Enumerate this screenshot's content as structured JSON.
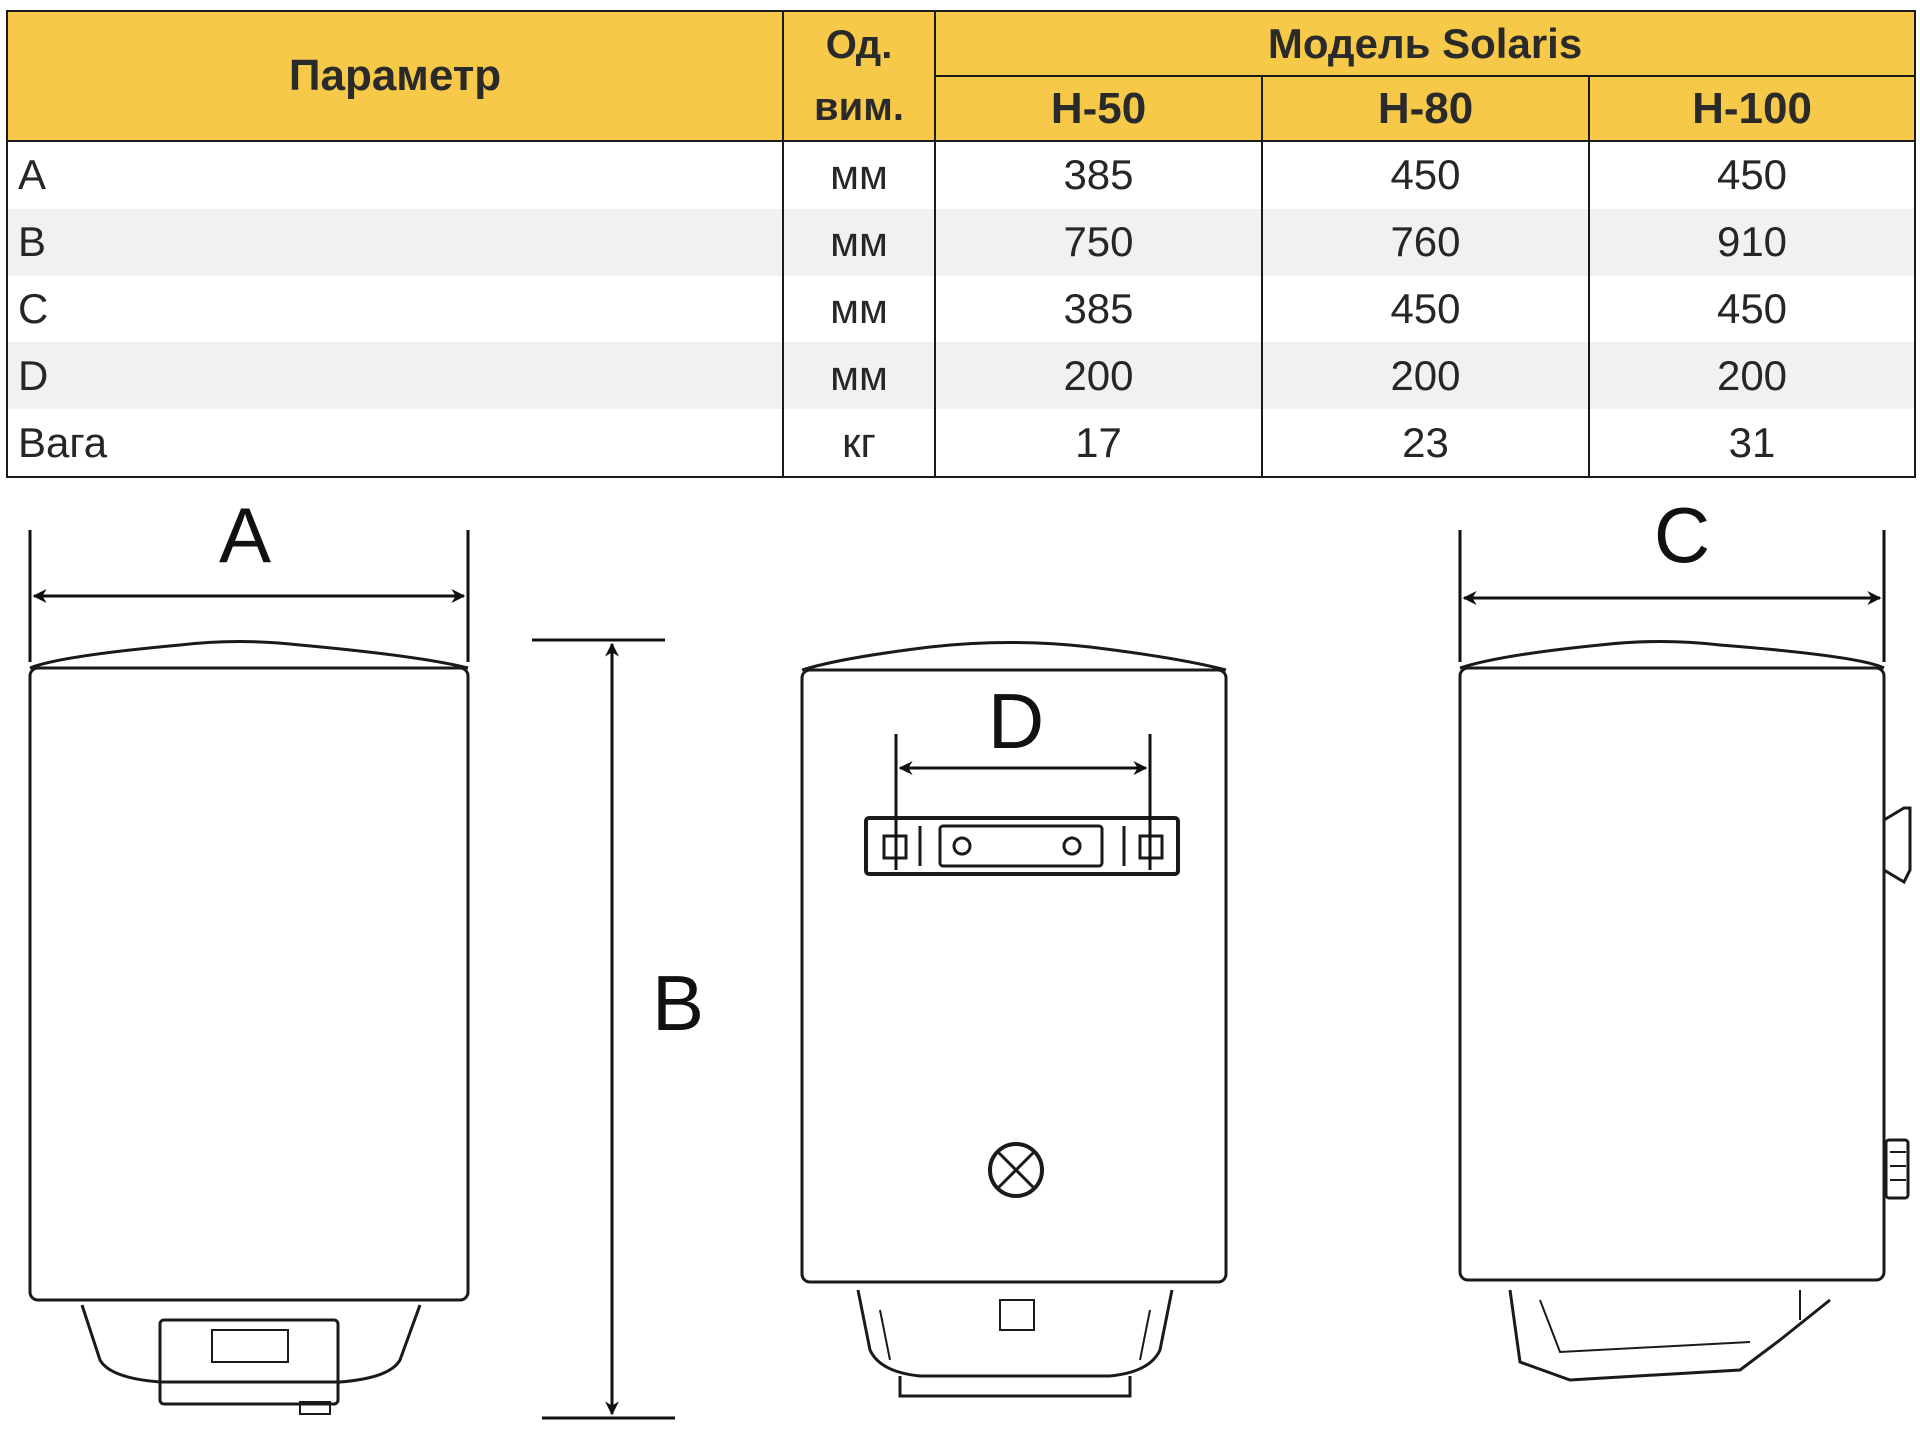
{
  "table": {
    "header": {
      "parameter": "Параметр",
      "unit_line1": "Од.",
      "unit_line2": "вим.",
      "model_group": "Модель Solaris",
      "models": [
        "H-50",
        "H-80",
        "H-100"
      ]
    },
    "rows": [
      {
        "parameter": "A",
        "unit": "мм",
        "values": [
          "385",
          "450",
          "450"
        ]
      },
      {
        "parameter": "B",
        "unit": "мм",
        "values": [
          "750",
          "760",
          "910"
        ]
      },
      {
        "parameter": "C",
        "unit": "мм",
        "values": [
          "385",
          "450",
          "450"
        ]
      },
      {
        "parameter": "D",
        "unit": "мм",
        "values": [
          "200",
          "200",
          "200"
        ]
      },
      {
        "parameter": "Вага",
        "unit": "кг",
        "values": [
          "17",
          "23",
          "31"
        ]
      }
    ]
  },
  "drawing": {
    "labels": {
      "a": "A",
      "b": "B",
      "c": "C",
      "d": "D"
    }
  },
  "colors": {
    "header_fill": "#f7c949",
    "stripe_fill": "#f1f1f1",
    "line": "#1a1a1a"
  }
}
